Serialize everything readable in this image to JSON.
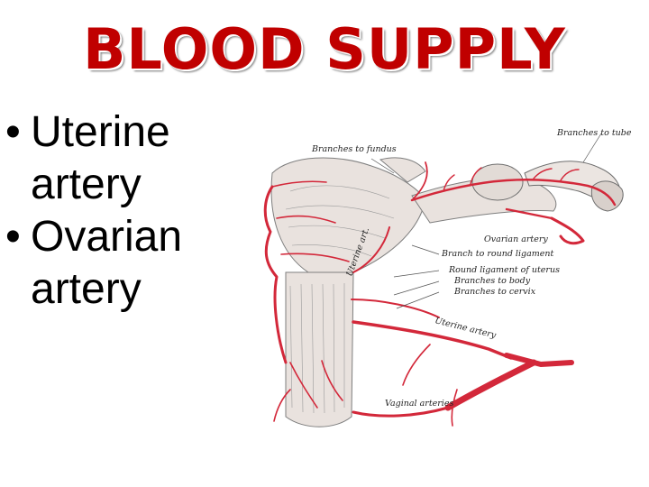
{
  "slide": {
    "title": "BLOOD SUPPLY",
    "bullets": [
      {
        "text": "Uterine artery"
      },
      {
        "text": "Ovarian artery"
      }
    ]
  },
  "figure": {
    "labels": {
      "branches_fundus": "Branches to fundus",
      "branches_tube": "Branches to tube",
      "ovarian_artery": "Ovarian artery",
      "branch_round_ligament": "Branch to round ligament",
      "round_ligament": "Round ligament of uterus",
      "branches_body": "Branches to body",
      "branches_cervix": "Branches to cervix",
      "uterine_artery": "Uterine artery",
      "vaginal_arteries": "Vaginal arteries",
      "uterine_art_vertical": "Uterine art."
    },
    "colors": {
      "artery": "#d3283a",
      "tissue": "#8a8a8a",
      "title": "#c00000"
    }
  }
}
